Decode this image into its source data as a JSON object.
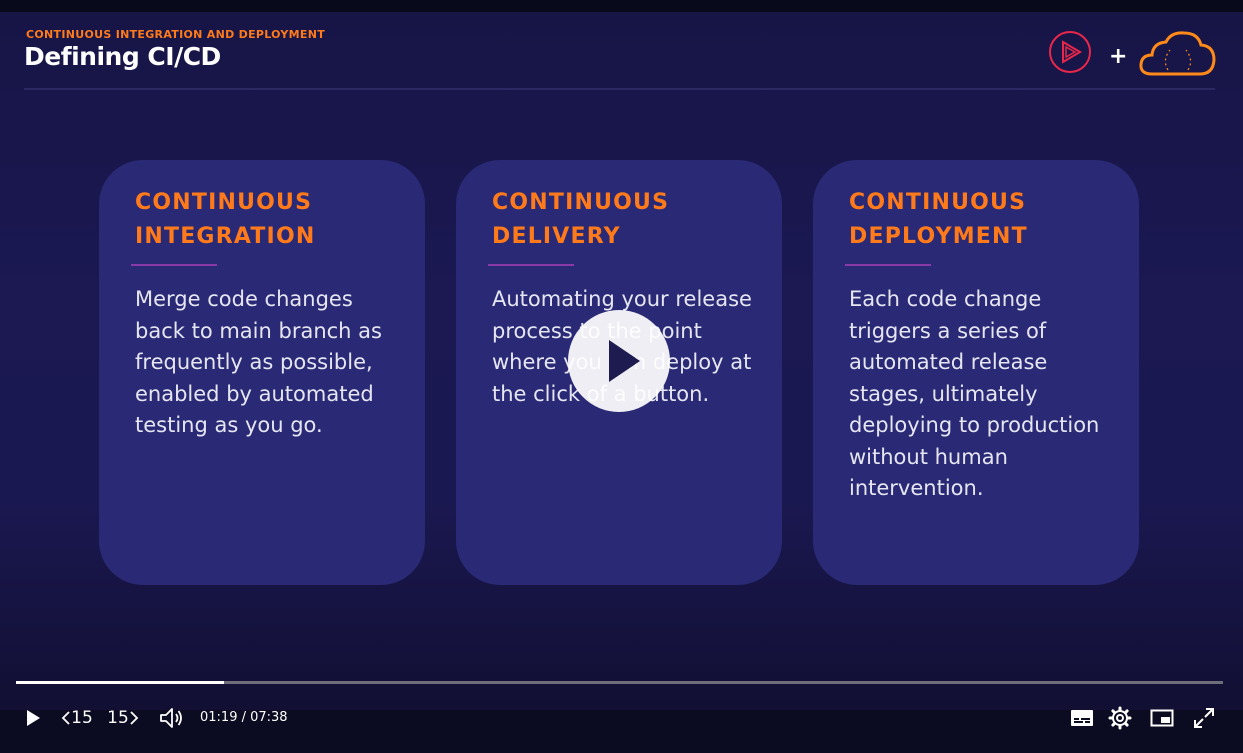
{
  "slide": {
    "subtitle": "CONTINUOUS INTEGRATION AND DEPLOYMENT",
    "title": "Defining CI/CD",
    "plus": "+",
    "cards": [
      {
        "title": "CONTINUOUS INTEGRATION",
        "body": "Merge code changes back to main branch as frequently as possible, enabled by automated testing as you go."
      },
      {
        "title": "CONTINUOUS DELIVERY",
        "body": "Automating your release process to the point where you can deploy at the click of a button."
      },
      {
        "title": "CONTINUOUS DEPLOYMENT",
        "body": "Each code change triggers a series of automated release stages, ultimately deploying to production without human intervention."
      }
    ]
  },
  "player": {
    "current_time": "01:19",
    "duration": "07:38",
    "time_display": "01:19 / 07:38",
    "progress_fraction": 0.1724,
    "rewind_label": "15",
    "forward_label": "15",
    "icons": {
      "play": "play-icon",
      "rewind": "rewind-15-icon",
      "forward": "forward-15-icon",
      "volume": "volume-icon",
      "captions": "captions-icon",
      "settings": "gear-icon",
      "pip": "picture-in-picture-icon",
      "fullscreen": "fullscreen-icon"
    }
  },
  "colors": {
    "accent_orange": "#ff7a1a",
    "brand_red": "#e8274a",
    "card_bg": "#2a2975",
    "slide_bg": "#1b1852"
  }
}
